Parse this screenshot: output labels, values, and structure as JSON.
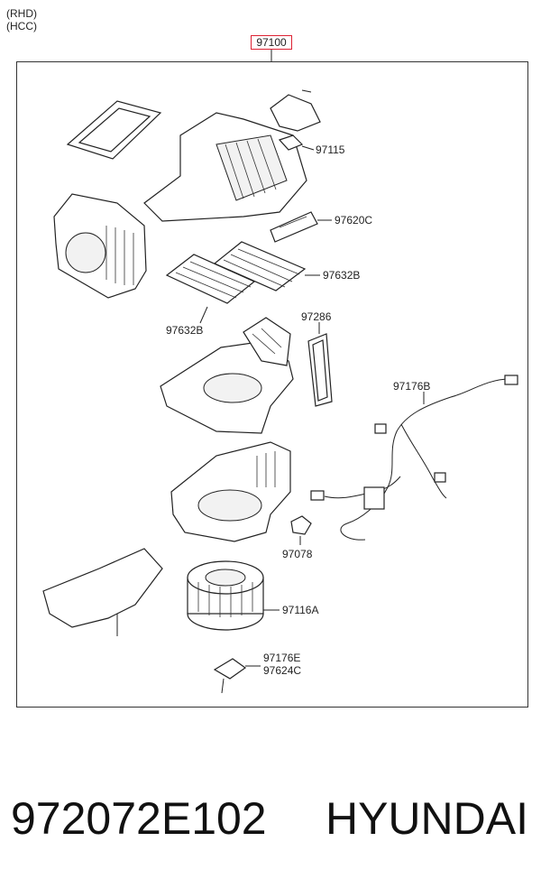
{
  "header": {
    "note_line1": "(RHD)",
    "note_line2": "(HCC)",
    "assembly_number": "97100"
  },
  "part_labels": [
    {
      "id": "fresh-air-duct-actuator",
      "text": "97115"
    },
    {
      "id": "cabin-filter-cover",
      "text": "97620C"
    },
    {
      "id": "cabin-filter-right",
      "text": "97632B"
    },
    {
      "id": "cabin-filter-left",
      "text": "97632B"
    },
    {
      "id": "seal-gasket",
      "text": "97286"
    },
    {
      "id": "wiring-harness",
      "text": "97176B"
    },
    {
      "id": "connector-module",
      "text": "97078"
    },
    {
      "id": "blower-motor",
      "text": "97116A"
    },
    {
      "id": "resistor-line1",
      "text": "97176E"
    },
    {
      "id": "resistor-line2",
      "text": "97624C"
    }
  ],
  "footer": {
    "part_number": "972072E102",
    "brand": "HYUNDAI"
  },
  "colors": {
    "assembly_box_border": "#dd2233",
    "line_color": "#222222"
  }
}
